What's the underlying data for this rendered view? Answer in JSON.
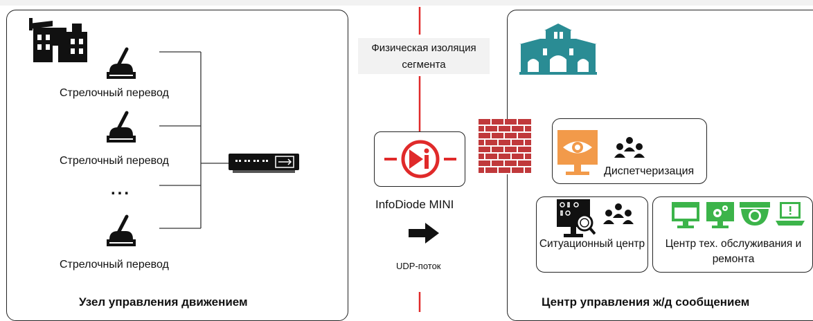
{
  "left_panel": {
    "title": "Узел управления движением",
    "switches": [
      "Стрелочный перевод",
      "Стрелочный перевод",
      "Стрелочный перевод"
    ],
    "ellipsis": "..."
  },
  "middle": {
    "isolation_label": "Физическая изоляция сегмента",
    "device_label": "InfoDiode MINI",
    "flow_label": "UDP-поток"
  },
  "right_panel": {
    "title": "Центр управления ж/д сообщением",
    "dispatch_label": "Диспетчеризация",
    "situation_label": "Ситуационный центр",
    "maintenance_label": "Центр тех. обслуживания и ремонта"
  },
  "colors": {
    "accent_red": "#e02a2a",
    "teal": "#2a8c94",
    "orange": "#f29a4a",
    "green": "#3cb44a",
    "brick": "#c0393b"
  },
  "icons": [
    "factory-icon",
    "track-switch-icon",
    "network-switch-icon",
    "infodiode-icon",
    "arrow-right-icon",
    "firewall-icon",
    "station-building-icon",
    "monitor-eye-icon",
    "people-icon",
    "monitor-search-icon",
    "monitor-gear-icon",
    "camera-icon",
    "laptop-icon"
  ]
}
